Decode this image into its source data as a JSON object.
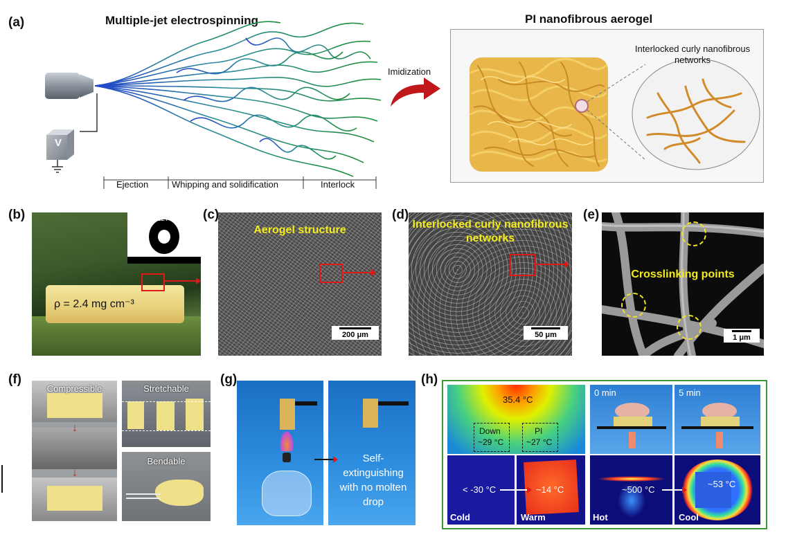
{
  "panel_a": {
    "label": "(a)",
    "left_title": "Multiple-jet electrospinning",
    "voltage_label": "V",
    "stages": [
      "Ejection",
      "Whipping and solidification",
      "Interlock"
    ],
    "arrow_label": "Imidization",
    "right_title": "PI nanofibrous aerogel",
    "zoom_label": "Interlocked curly nanofibrous networks"
  },
  "panel_b": {
    "label": "(b)",
    "angle": "~127°",
    "density": "ρ = 2.4 mg cm⁻³"
  },
  "panel_c": {
    "label": "(c)",
    "caption": "Aerogel structure",
    "scale": "200 μm"
  },
  "panel_d": {
    "label": "(d)",
    "caption": "Interlocked curly nanofibrous networks",
    "scale": "50 μm"
  },
  "panel_e": {
    "label": "(e)",
    "caption": "Crosslinking points",
    "scale": "1 μm"
  },
  "panel_f": {
    "label": "(f)",
    "compressible": "Compressible",
    "stretchable": "Stretchable",
    "bendable": "Bendable"
  },
  "panel_g": {
    "label": "(g)",
    "caption": "Self-extinguishing with no molten drop"
  },
  "panel_h": {
    "label": "(h)",
    "body_temp": "35.4 °C",
    "down_label": "Down",
    "down_temp": "~29 °C",
    "pi_label": "PI",
    "pi_temp": "~27 °C",
    "cold_temp": "< -30 °C",
    "warm_temp": "~14 °C",
    "cold_label": "Cold",
    "warm_label": "Warm",
    "time0": "0 min",
    "time5": "5 min",
    "hot_temp": "~500 °C",
    "cool_temp": "~53 °C",
    "hot_label": "Hot",
    "cool_label": "Cool"
  },
  "colors": {
    "sem_caption": "#f4ec1a",
    "highlight_red": "#e01818",
    "panel_border_green": "#3a9a3a"
  }
}
